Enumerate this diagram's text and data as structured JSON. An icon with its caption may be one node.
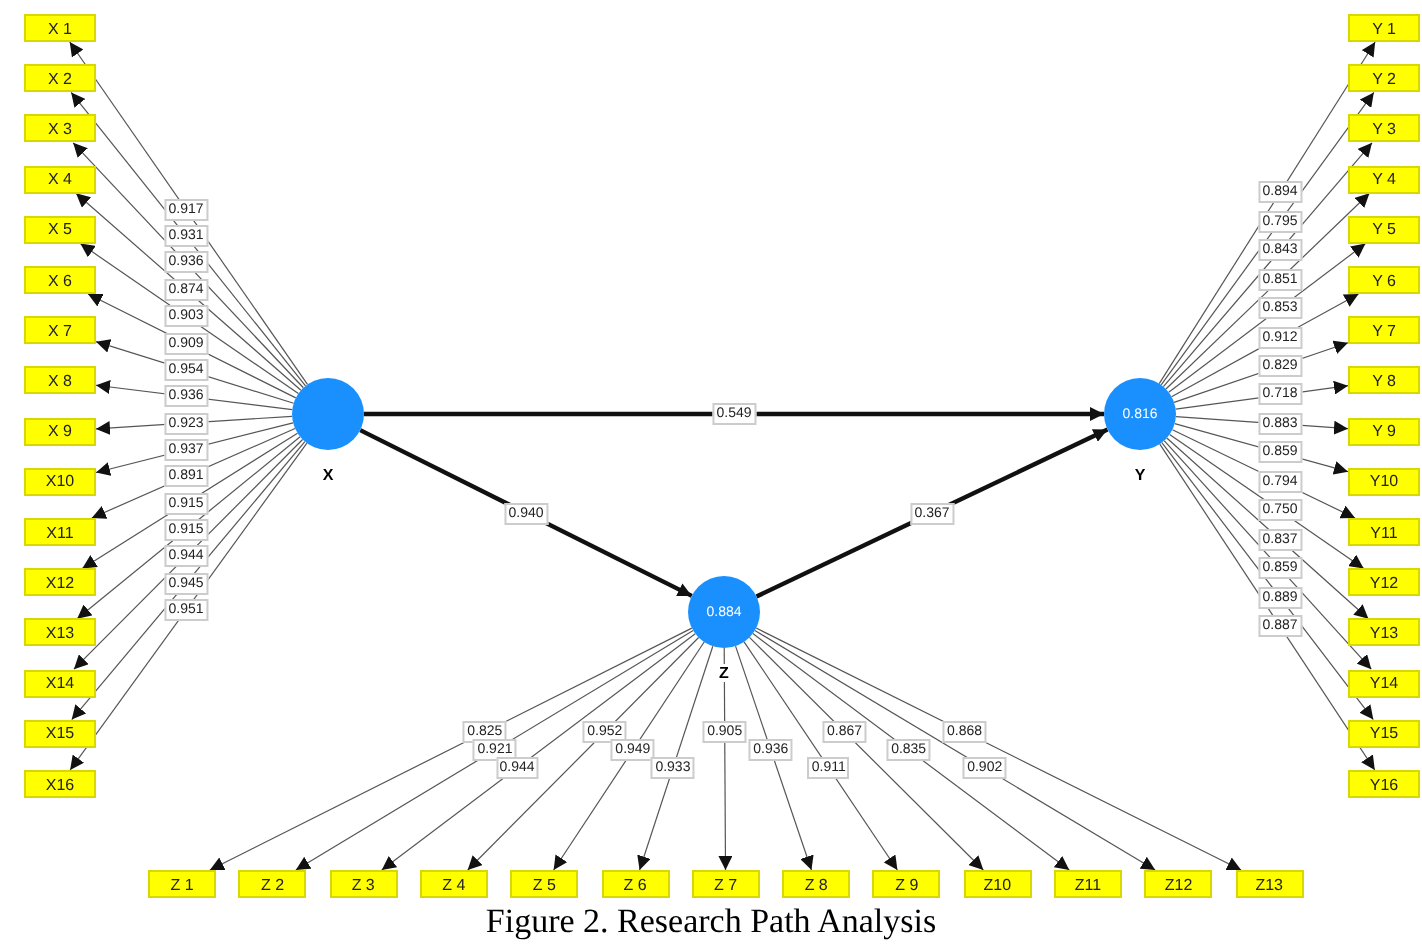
{
  "diagram": {
    "caption": "Figure 2. Research Path Analysis",
    "nodes": [
      {
        "text": [],
        "shape": "circle",
        "beside": [
          "X"
        ]
      },
      {
        "text": [
          "0.816"
        ],
        "beside": [
          "Y"
        ]
      },
      {
        "text": [
          "0.884"
        ],
        "beside": [
          "Z"
        ]
      },
      {
        "text": [
          "X 1"
        ]
      },
      {
        "text": [
          "X 2"
        ]
      },
      {
        "text": [
          "X 3"
        ]
      },
      {
        "text": [
          "X 4"
        ]
      },
      {
        "text": [
          "X 5"
        ]
      },
      {
        "text": [
          "X 6"
        ]
      },
      {
        "text": [
          "X 7"
        ]
      },
      {
        "text": [
          "X 8"
        ]
      },
      {
        "text": [
          "X 9"
        ]
      },
      {
        "text": [
          "X10"
        ]
      },
      {
        "text": [
          "X11"
        ]
      },
      {
        "text": [
          "X12"
        ]
      },
      {
        "text": [
          "X13"
        ]
      },
      {
        "text": [
          "X14"
        ]
      },
      {
        "text": [
          "X15"
        ]
      },
      {
        "text": [
          "X16"
        ]
      },
      {
        "text": [
          "Y 1"
        ]
      },
      {
        "text": [
          "Y 2"
        ]
      },
      {
        "text": [
          "Y 3"
        ]
      },
      {
        "text": [
          "Y 4"
        ]
      },
      {
        "text": [
          "Y 5"
        ]
      },
      {
        "text": [
          "Y 6"
        ]
      },
      {
        "text": [
          "Y 7"
        ]
      },
      {
        "text": [
          "Y 8"
        ]
      },
      {
        "text": [
          "Y 9"
        ]
      },
      {
        "text": [
          "Y10"
        ]
      },
      {
        "text": [
          "Y11"
        ]
      },
      {
        "text": [
          "Y12"
        ]
      },
      {
        "text": [
          "Y13"
        ]
      },
      {
        "text": [
          "Y14"
        ]
      },
      {
        "text": [
          "Y15"
        ]
      },
      {
        "text": [
          "Y16"
        ]
      },
      {
        "text": [
          "Z 1"
        ]
      },
      {
        "text": [
          "Z 2"
        ]
      },
      {
        "text": [
          "Z 3"
        ]
      },
      {
        "text": [
          "Z 4"
        ]
      },
      {
        "text": [
          "Z 5"
        ]
      },
      {
        "text": [
          "Z 6"
        ]
      },
      {
        "text": [
          "Z 7"
        ]
      },
      {
        "text": [
          "Z 8"
        ]
      },
      {
        "text": [
          "Z 9"
        ]
      },
      {
        "text": [
          "Z10"
        ]
      },
      {
        "text": [
          "Z11"
        ]
      },
      {
        "text": [
          "Z12"
        ]
      },
      {
        "text": [
          "Z13"
        ]
      }
    ],
    "edges": [
      {
        "from": 0,
        "to": 1,
        "arrow": "to",
        "label": "0.549",
        "style": "thick"
      },
      {
        "from": 0,
        "to": 2,
        "arrow": "to",
        "label": "0.940",
        "style": "thick"
      },
      {
        "from": 2,
        "to": 1,
        "arrow": "to",
        "label": "0.367",
        "style": "thick"
      },
      {
        "from": 0,
        "to": 3,
        "arrow": "to",
        "label": "0.917"
      },
      {
        "from": 0,
        "to": 4,
        "arrow": "to",
        "label": "0.931"
      },
      {
        "from": 0,
        "to": 5,
        "arrow": "to",
        "label": "0.936"
      },
      {
        "from": 0,
        "to": 6,
        "arrow": "to",
        "label": "0.874"
      },
      {
        "from": 0,
        "to": 7,
        "arrow": "to",
        "label": "0.903"
      },
      {
        "from": 0,
        "to": 8,
        "arrow": "to",
        "label": "0.909"
      },
      {
        "from": 0,
        "to": 9,
        "arrow": "to",
        "label": "0.954"
      },
      {
        "from": 0,
        "to": 10,
        "arrow": "to",
        "label": "0.936"
      },
      {
        "from": 0,
        "to": 11,
        "arrow": "to",
        "label": "0.923"
      },
      {
        "from": 0,
        "to": 12,
        "arrow": "to",
        "label": "0.937"
      },
      {
        "from": 0,
        "to": 13,
        "arrow": "to",
        "label": "0.891"
      },
      {
        "from": 0,
        "to": 14,
        "arrow": "to",
        "label": "0.915"
      },
      {
        "from": 0,
        "to": 15,
        "arrow": "to",
        "label": "0.915"
      },
      {
        "from": 0,
        "to": 16,
        "arrow": "to",
        "label": "0.944"
      },
      {
        "from": 0,
        "to": 17,
        "arrow": "to",
        "label": "0.945"
      },
      {
        "from": 0,
        "to": 18,
        "arrow": "to",
        "label": "0.951"
      },
      {
        "from": 1,
        "to": 19,
        "arrow": "to",
        "label": "0.894"
      },
      {
        "from": 1,
        "to": 20,
        "arrow": "to",
        "label": "0.795"
      },
      {
        "from": 1,
        "to": 21,
        "arrow": "to",
        "label": "0.843"
      },
      {
        "from": 1,
        "to": 22,
        "arrow": "to",
        "label": "0.851"
      },
      {
        "from": 1,
        "to": 23,
        "arrow": "to",
        "label": "0.853"
      },
      {
        "from": 1,
        "to": 24,
        "arrow": "to",
        "label": "0.912"
      },
      {
        "from": 1,
        "to": 25,
        "arrow": "to",
        "label": "0.829"
      },
      {
        "from": 1,
        "to": 26,
        "arrow": "to",
        "label": "0.718"
      },
      {
        "from": 1,
        "to": 27,
        "arrow": "to",
        "label": "0.883"
      },
      {
        "from": 1,
        "to": 28,
        "arrow": "to",
        "label": "0.859"
      },
      {
        "from": 1,
        "to": 29,
        "arrow": "to",
        "label": "0.794"
      },
      {
        "from": 1,
        "to": 30,
        "arrow": "to",
        "label": "0.750"
      },
      {
        "from": 1,
        "to": 31,
        "arrow": "to",
        "label": "0.837"
      },
      {
        "from": 1,
        "to": 32,
        "arrow": "to",
        "label": "0.859"
      },
      {
        "from": 1,
        "to": 33,
        "arrow": "to",
        "label": "0.889"
      },
      {
        "from": 1,
        "to": 34,
        "arrow": "to",
        "label": "0.887"
      },
      {
        "from": 2,
        "to": 35,
        "arrow": "to",
        "label": "0.825"
      },
      {
        "from": 2,
        "to": 36,
        "arrow": "to",
        "label": "0.921"
      },
      {
        "from": 2,
        "to": 37,
        "arrow": "to",
        "label": "0.944"
      },
      {
        "from": 2,
        "to": 38,
        "arrow": "to",
        "label": "0.952"
      },
      {
        "from": 2,
        "to": 39,
        "arrow": "to",
        "label": "0.949"
      },
      {
        "from": 2,
        "to": 40,
        "arrow": "to",
        "label": "0.933"
      },
      {
        "from": 2,
        "to": 41,
        "arrow": "to",
        "label": "0.905"
      },
      {
        "from": 2,
        "to": 42,
        "arrow": "to",
        "label": "0.936"
      },
      {
        "from": 2,
        "to": 43,
        "arrow": "to",
        "label": "0.911"
      },
      {
        "from": 2,
        "to": 44,
        "arrow": "to",
        "label": "0.867"
      },
      {
        "from": 2,
        "to": 45,
        "arrow": "to",
        "label": "0.835"
      },
      {
        "from": 2,
        "to": 46,
        "arrow": "to",
        "label": "0.902"
      },
      {
        "from": 2,
        "to": 47,
        "arrow": "to",
        "label": "0.868"
      }
    ]
  }
}
